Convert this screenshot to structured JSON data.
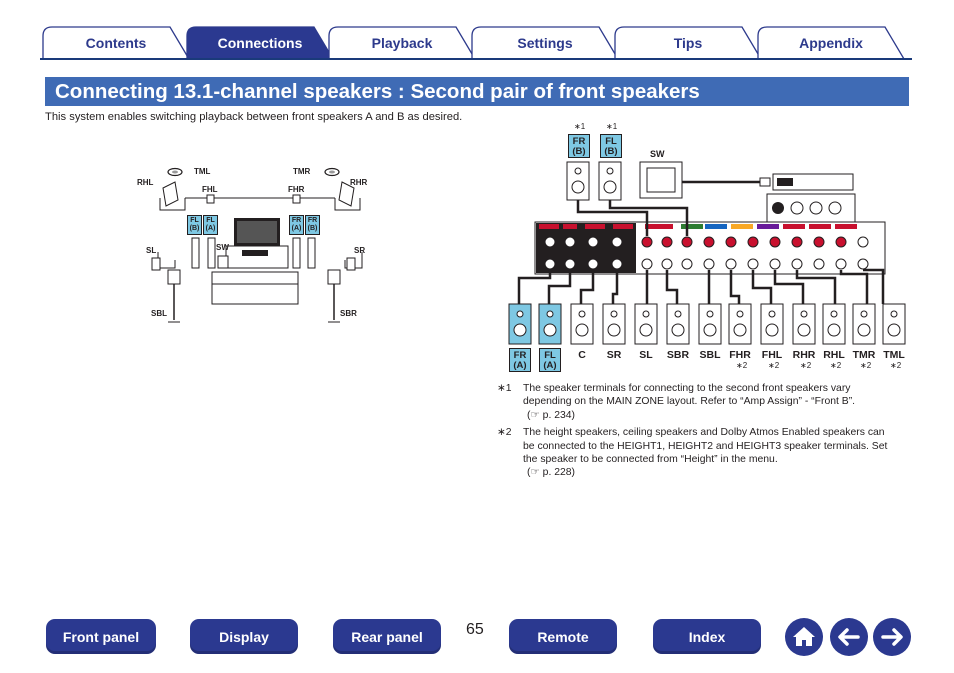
{
  "tabs": [
    {
      "label": "Contents"
    },
    {
      "label": "Connections"
    },
    {
      "label": "Playback"
    },
    {
      "label": "Settings"
    },
    {
      "label": "Tips"
    },
    {
      "label": "Appendix"
    }
  ],
  "title": "Connecting 13.1-channel speakers : Second pair of front speakers",
  "intro": "This system enables switching playback between front speakers A and B as desired.",
  "room": {
    "labels": {
      "tml": "TML",
      "tmr": "TMR",
      "rhl": "RHL",
      "rhr": "RHR",
      "fhl": "FHL",
      "fhr": "FHR",
      "sl": "SL",
      "sr": "SR",
      "sbl": "SBL",
      "sbr": "SBR",
      "sw": "SW",
      "flb": "FL\n(B)",
      "fla": "FL\n(A)",
      "fra": "FR\n(A)",
      "frb": "FR\n(B)"
    }
  },
  "wiring": {
    "top_marks": {
      "fr_b": "∗1",
      "fl_b": "∗1"
    },
    "top_speakers": {
      "fr_b": "FR\n(B)",
      "fl_b": "FL\n(B)",
      "sw": "SW"
    },
    "bottom_speakers": [
      {
        "label": "FR\n(A)",
        "note": ""
      },
      {
        "label": "FL\n(A)",
        "note": ""
      },
      {
        "label": "C",
        "note": ""
      },
      {
        "label": "SR",
        "note": ""
      },
      {
        "label": "SL",
        "note": ""
      },
      {
        "label": "SBR",
        "note": ""
      },
      {
        "label": "SBL",
        "note": ""
      },
      {
        "label": "FHR",
        "note": "∗2"
      },
      {
        "label": "FHL",
        "note": "∗2"
      },
      {
        "label": "RHR",
        "note": "∗2"
      },
      {
        "label": "RHL",
        "note": "∗2"
      },
      {
        "label": "TMR",
        "note": "∗2"
      },
      {
        "label": "TML",
        "note": "∗2"
      }
    ]
  },
  "notes": [
    {
      "mark": "∗1",
      "text": "The speaker terminals for connecting to the second front speakers vary depending on the MAIN ZONE layout. Refer to “Amp Assign” - “Front B”.",
      "ref": "(☞ p. 234)"
    },
    {
      "mark": "∗2",
      "text": "The height speakers, ceiling speakers and Dolby Atmos Enabled speakers can be connected to the HEIGHT1, HEIGHT2 and HEIGHT3 speaker terminals. Set the speaker to be connected from “Height” in the menu.",
      "ref": "(☞ p. 228)"
    }
  ],
  "footer": {
    "front_panel": "Front panel",
    "display": "Display",
    "rear_panel": "Rear panel",
    "page": "65",
    "remote": "Remote",
    "index": "Index"
  },
  "icons": {
    "home": "home-icon",
    "back": "arrow-left-icon",
    "forward": "arrow-right-icon"
  },
  "colors": {
    "accent": "#3f6bb5",
    "nav": "#2b3990",
    "speaker_highlight": "#7ec8e3"
  }
}
